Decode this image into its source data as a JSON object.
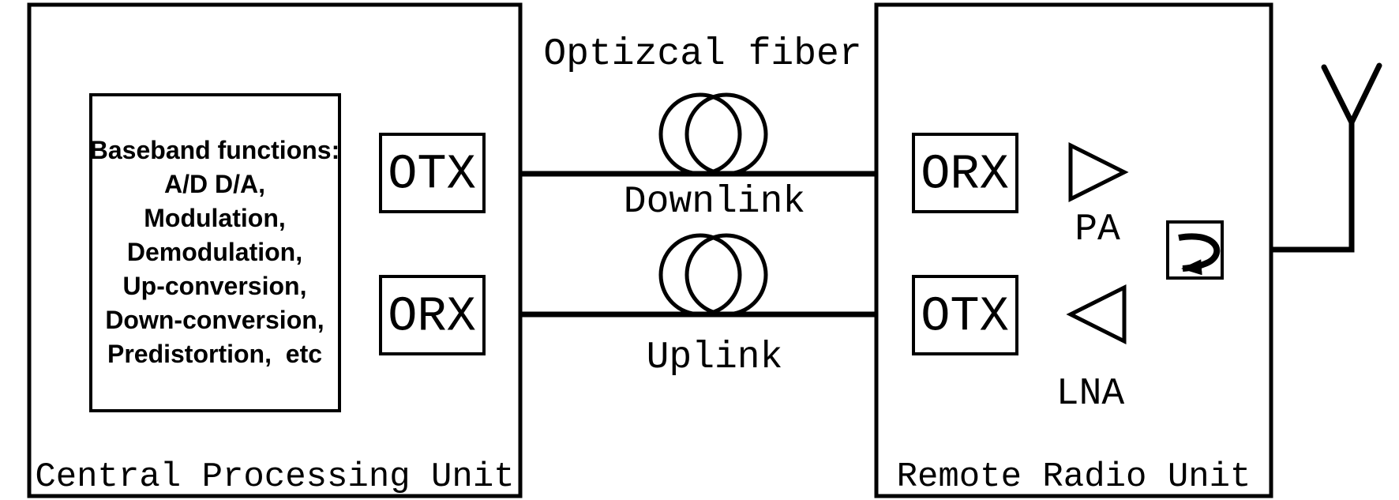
{
  "labels": {
    "optical_fiber": "Optizcal fiber",
    "downlink": "Downlink",
    "uplink": "Uplink"
  },
  "cpu": {
    "title": "Central Processing Unit",
    "otx": "OTX",
    "orx": "ORX",
    "baseband": {
      "lines": [
        "Baseband functions:",
        "A/D D/A,",
        "Modulation,",
        "Demodulation,",
        "Up-conversion,",
        "Down-conversion,",
        "Predistortion,  etc"
      ]
    }
  },
  "rru": {
    "title": "Remote Radio Unit",
    "orx": "ORX",
    "otx": "OTX",
    "pa": "PA",
    "lna": "LNA"
  },
  "icons": {
    "fiber_coil": "fiber-loop-coil",
    "antenna": "antenna-mast",
    "circulator": "circulator-curved-arrow",
    "pa_amplifier": "amplifier-triangle-right",
    "lna_amplifier": "amplifier-triangle-left"
  },
  "colors": {
    "ink": "#000000",
    "background": "#ffffff"
  }
}
